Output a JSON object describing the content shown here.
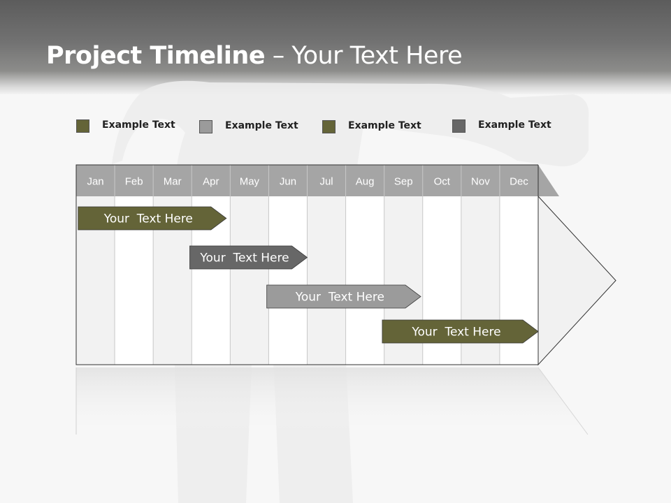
{
  "title": {
    "bold": "Project Timeline",
    "sep": " – ",
    "rest": "Your Text Here"
  },
  "legend": [
    {
      "label": "Example Text",
      "color": "#646438"
    },
    {
      "label": "Example Text",
      "color": "#9b9b9b"
    },
    {
      "label": "Example Text",
      "color": "#646438"
    },
    {
      "label": "Example Text",
      "color": "#676767"
    }
  ],
  "months": [
    "Jan",
    "Feb",
    "Mar",
    "Apr",
    "May",
    "Jun",
    "Jul",
    "Aug",
    "Sep",
    "Oct",
    "Nov",
    "Dec"
  ],
  "tasks": [
    {
      "label": "Your  Text Here",
      "start": 0.05,
      "end": 3.9,
      "color": "#646438"
    },
    {
      "label": "Your  Text Here",
      "start": 2.95,
      "end": 6.0,
      "color": "#676767"
    },
    {
      "label": "Your  Text Here",
      "start": 4.95,
      "end": 8.95,
      "color": "#9b9b9b"
    },
    {
      "label": "Your  Text Here",
      "start": 7.95,
      "end": 12.0,
      "color": "#646438"
    }
  ]
}
